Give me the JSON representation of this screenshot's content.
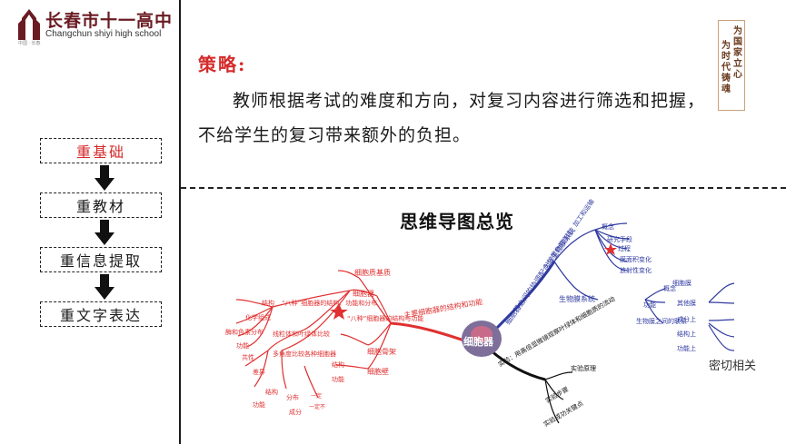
{
  "logo": {
    "cn": "长春市十一高中",
    "en": "Changchun shiyi high school",
    "small": "中国 · 长春"
  },
  "stamp": {
    "col1": "为国家立心",
    "col2": "为时代铸魂"
  },
  "nav": [
    {
      "label": "重基础",
      "active": true
    },
    {
      "label": "重教材",
      "active": false
    },
    {
      "label": "重信息提取",
      "active": false
    },
    {
      "label": "重文字表达",
      "active": false
    }
  ],
  "strategy": {
    "title": "策略:",
    "text": "教师根据考试的难度和方向，对复习内容进行筛选和把握，不给学生的复习带来额外的负担。"
  },
  "mindmap": {
    "title": "思维导图总览",
    "center": "细胞器",
    "red_main": "主要细胞器的结构和功能",
    "red_branches": [
      "细胞质基质",
      "细胞器",
      "细胞骨架",
      "细胞壁"
    ],
    "red_sub": [
      "“八种”细胞器的结构、功能和分布",
      "“八种”细胞器的结构与功能",
      "线粒体和叶绿体比较",
      "多角度比较各种细胞器",
      "结构",
      "功能"
    ],
    "red_leaves": [
      "结构",
      "化学组成",
      "酶和色素分布",
      "功能",
      "共性",
      "差异",
      "结构",
      "功能",
      "分布",
      "成分",
      "一定",
      "一定不"
    ],
    "blue_main": "细胞器之间的协调配合与生物膜系统",
    "blue_sub": [
      "分泌蛋白的合成、加工和运输",
      "生物膜系统"
    ],
    "blue_leaves": [
      "概念",
      "研究手段",
      "过程",
      "膜面积变化",
      "放射性变化",
      "概念",
      "功能",
      "生物膜之间的联系",
      "细胞膜",
      "其他膜",
      "成分上",
      "结构上",
      "功能上"
    ],
    "black_main": "实验：用高倍显微镜观察叶绿体和细胞质的流动",
    "black_leaves": [
      "实验原理",
      "实验步骤",
      "实验成功关键点"
    ],
    "cut_text": "密切相关"
  },
  "colors": {
    "accent_red": "#d42a2a",
    "mm_red": "#e03030",
    "mm_blue": "#2f3aa0",
    "mm_black": "#111111",
    "stamp_brown": "#6a3a1e"
  }
}
